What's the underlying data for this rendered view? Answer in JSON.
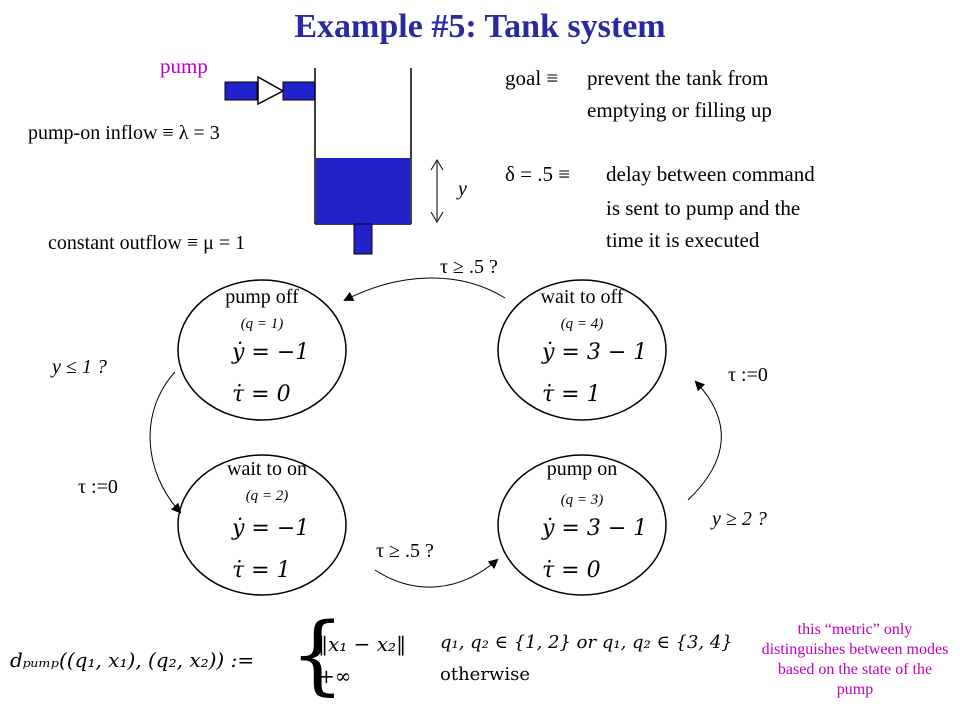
{
  "title": "Example #5: Tank system",
  "colors": {
    "title": "#2a2aa0",
    "tank_fill": "#2222cc",
    "note": "#c000c0",
    "pump_label": "#c000c0"
  },
  "tank": {
    "pump_label": "pump",
    "inflow_text": "pump-on inflow ≡ λ = 3",
    "outflow_text": "constant outflow ≡ μ = 1",
    "level_var": "y"
  },
  "goal": {
    "lhs": "goal ≡",
    "line1": "prevent the tank from",
    "line2": "emptying or filling up"
  },
  "delay": {
    "lhs": "δ = .5 ≡",
    "line1": "delay between command",
    "line2": "is sent to pump and the",
    "line3": "time it is executed"
  },
  "modes": [
    {
      "name": "pump off",
      "q": "(q = 1)",
      "ydot": "ẏ = −1",
      "taudot": "τ̇ = 0"
    },
    {
      "name": "wait to off",
      "q": "(q = 4)",
      "ydot": "ẏ = 3 − 1",
      "taudot": "τ̇ = 1"
    },
    {
      "name": "wait to on",
      "q": "(q = 2)",
      "ydot": "ẏ = −1",
      "taudot": "τ̇ = 1"
    },
    {
      "name": "pump on",
      "q": "(q = 3)",
      "ydot": "ẏ = 3 − 1",
      "taudot": "τ̇ = 0"
    }
  ],
  "transitions": {
    "top_guard": "τ ≥ .5 ?",
    "left_guard": "y ≤ 1 ?",
    "left_reset": "τ :=0",
    "bottom_guard": "τ ≥ .5 ?",
    "right_guard": "y ≥ 2 ?",
    "right_reset": "τ :=0"
  },
  "metric": {
    "lhs": "dₚᵤₘₚ((q₁, x₁), (q₂, x₂)) :=",
    "case1_value": "‖x₁ − x₂‖",
    "case1_cond": "q₁, q₂ ∈ {1, 2} or q₁, q₂ ∈ {3, 4}",
    "case2_value": "+∞",
    "case2_cond": "otherwise"
  },
  "note": "this “metric” only distinguishes between modes based on the state of the pump"
}
